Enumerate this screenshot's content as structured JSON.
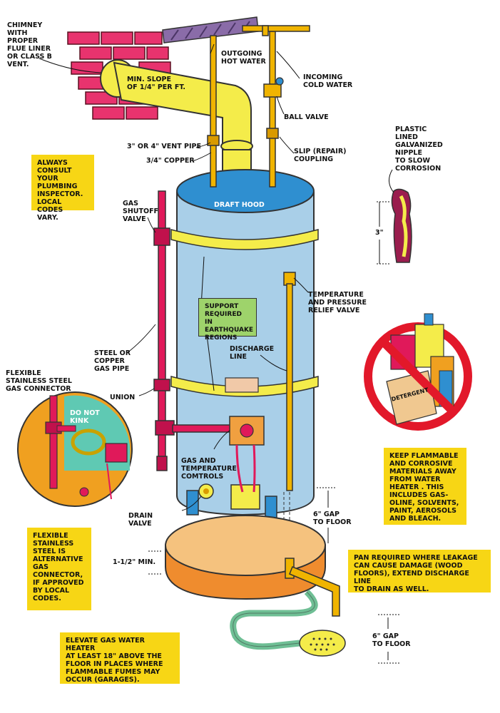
{
  "labels": {
    "chimney": "CHIMNEY\nWITH\nPROPER\nFLUE LINER\nOR CLASS B\nVENT.",
    "min_slope": "MIN. SLOPE\nOF 1/4\" PER FT.",
    "outgoing_hot": "OUTGOING\nHOT WATER",
    "incoming_cold": "INCOMING\nCOLD WATER",
    "ball_valve": "BALL VALVE",
    "slip_coupling": "SLIP (REPAIR)\nCOUPLING",
    "vent_pipe": "3\" OR 4\" VENT PIPE",
    "copper": "3/4\" COPPER",
    "draft_hood": "DRAFT HOOD",
    "plastic_nipple": "PLASTIC\nLINED\nGALVANIZED\nNIPPLE\nTO SLOW\nCORROSION",
    "three_inch": "3\"",
    "gas_shutoff": "GAS\nSHUTOFF\nVALVE",
    "temp_pressure": "TEMPERATURE\nAND PRESSURE\nRELIEF VALVE",
    "discharge_line": "DISCHARGE\nLINE",
    "steel_copper_gas": "STEEL OR\nCOPPER\nGAS PIPE",
    "flex_connector": "FLEXIBLE\nSTAINLESS STEEL\nGAS CONNECTOR",
    "union": "UNION",
    "do_not_kink": "DO NOT\nKINK",
    "gas_temp_controls": "GAS AND\nTEMPERATURE\nCOMTROLS",
    "drain_valve": "DRAIN\nVALVE",
    "gap_floor_1": "6\" GAP\nTO FLOOR",
    "min_1_5": "1-1/2\" MIN.",
    "gap_floor_2": "6\" GAP\nTO FLOOR",
    "detergent": "DETERGENT"
  },
  "notes": {
    "consult": "ALWAYS\nCONSULT YOUR\nPLUMBING\nINSPECTOR.\nLOCAL CODES\nVARY.",
    "support": "SUPPORT\nREQUIRED IN\nEARTHQUAKE\nREGIONS",
    "flammable": "KEEP FLAMMABLE\nAND CORROSIVE\nMATERIALS AWAY\nFROM WATER\nHEATER . THIS\nINCLUDES GAS-\nOLINE, SOLVENTS,\nPAINT, AEROSOLS\nAND BLEACH.",
    "flexible_alt": "FLEXIBLE\nSTAINLESS\nSTEEL IS\nALTERNATIVE\nGAS\nCONNECTOR,\nIF APPROVED\nBY LOCAL\nCODES.",
    "pan": "PAN REQUIRED WHERE LEAKAGE\nCAN CAUSE DAMAGE (WOOD\nFLOORS), EXTEND DISCHARGE LINE\nTO DRAIN AS WELL.",
    "elevate": "ELEVATE GAS WATER HEATER\nAT LEAST 18\" ABOVE THE\nFLOOR IN PLACES WHERE\nFLAMMABLE FUMES MAY\nOCCUR (GARAGES)."
  },
  "colors": {
    "tank": "#a9cfe8",
    "tank_top": "#2f8fd0",
    "copper_pipe": "#f0b400",
    "gas_pipe": "#e0195a",
    "vent": "#f4ec4a",
    "brick": "#e8336e",
    "pan": "#f0a85a",
    "note_yellow": "#f7d615",
    "note_green": "#9ed36b",
    "no_symbol": "#e2182a"
  }
}
